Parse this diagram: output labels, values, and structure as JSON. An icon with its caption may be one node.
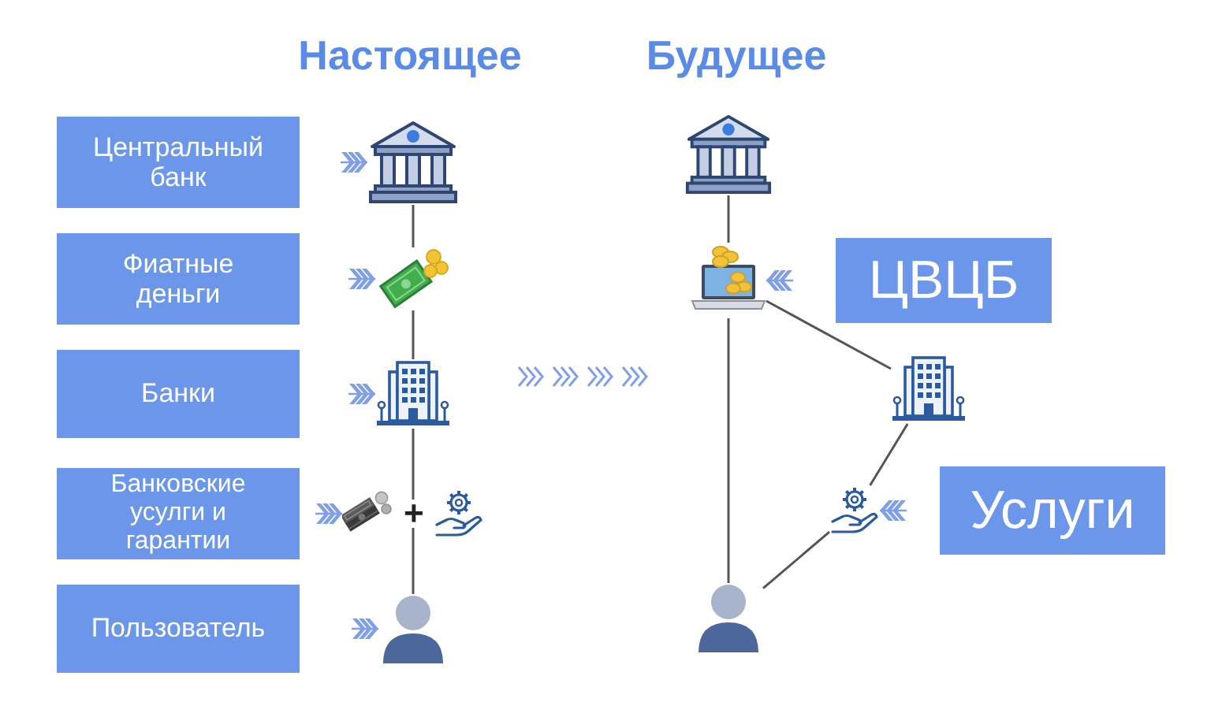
{
  "diagram": {
    "nodes": [
      {
        "text": [
          "Центральный банк"
        ]
      },
      {
        "text": [
          "Фиатные деньги"
        ]
      },
      {
        "text": [
          "Банки"
        ]
      },
      {
        "text": [
          "Банковские усулги и гарантии"
        ]
      },
      {
        "text": [
          "Пользователь"
        ]
      },
      {
        "text": [],
        "shape": "picture"
      },
      {
        "text": [],
        "shape": "picture"
      },
      {
        "text": [],
        "shape": "picture"
      },
      {
        "text": [],
        "shape": "picture"
      },
      {
        "text": [
          "+"
        ]
      },
      {
        "text": [],
        "shape": "picture"
      },
      {
        "text": [],
        "shape": "picture"
      },
      {
        "text": [],
        "shape": "picture"
      },
      {
        "text": [],
        "shape": "picture"
      },
      {
        "text": [
          "ЦВЦБ"
        ]
      },
      {
        "text": [],
        "shape": "picture"
      },
      {
        "text": [],
        "shape": "picture"
      },
      {
        "text": [
          "Услуги"
        ]
      },
      {
        "text": [],
        "shape": "picture"
      }
    ],
    "edges": [
      {
        "from": 0,
        "to": 5,
        "arrow": "to",
        "color": "#7f9fe6"
      },
      {
        "from": 1,
        "to": 6,
        "arrow": "to",
        "color": "#7f9fe6"
      },
      {
        "from": 2,
        "to": 7,
        "arrow": "to",
        "color": "#7f9fe6"
      },
      {
        "from": 3,
        "to": 8,
        "arrow": "to",
        "color": "#7f9fe6"
      },
      {
        "from": 4,
        "to": 11,
        "arrow": "to",
        "color": "#7f9fe6"
      },
      {
        "from": 5,
        "to": 6,
        "arrow": "none"
      },
      {
        "from": 6,
        "to": 7,
        "arrow": "none"
      },
      {
        "from": 7,
        "to": 9,
        "arrow": "none"
      },
      {
        "from": 9,
        "to": 11,
        "arrow": "none"
      },
      {
        "from": 12,
        "to": 13,
        "arrow": "none"
      },
      {
        "from": 14,
        "to": 13,
        "arrow": "to",
        "color": "#7f9fe6"
      },
      {
        "from": 13,
        "to": 18,
        "arrow": "none"
      },
      {
        "from": 13,
        "to": 15,
        "arrow": "none"
      },
      {
        "from": 15,
        "to": 16,
        "arrow": "none"
      },
      {
        "from": 17,
        "to": 16,
        "arrow": "to",
        "color": "#7f9fe6"
      },
      {
        "from": 16,
        "to": 18,
        "arrow": "none"
      }
    ],
    "labels": [
      "Настоящее",
      "Будущее"
    ]
  }
}
